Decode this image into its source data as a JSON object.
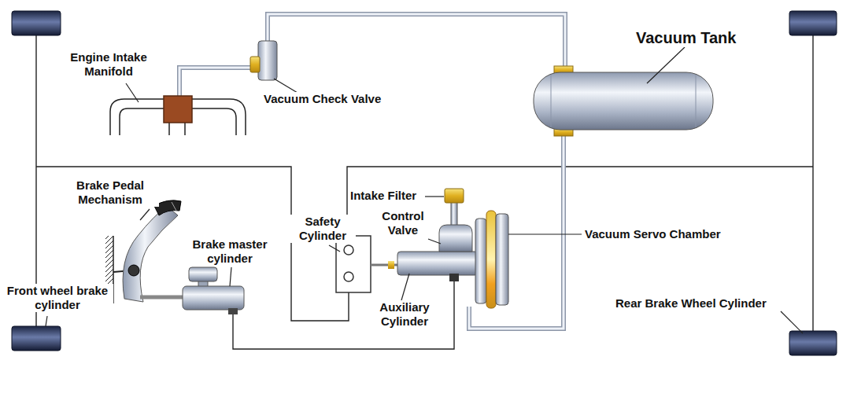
{
  "diagram": {
    "labels": [
      "Engine Intake Manifold",
      "Vacuum Check Valve",
      "Vacuum Tank",
      "Brake Pedal Mechanism",
      "Intake Filter",
      "Control Valve",
      "Safety Cylinder",
      "Vacuum Servo Chamber",
      "Brake master cylinder",
      "Front wheel brake cylinder",
      "Auxiliary Cylinder",
      "Rear Brake Wheel Cylinder"
    ]
  }
}
